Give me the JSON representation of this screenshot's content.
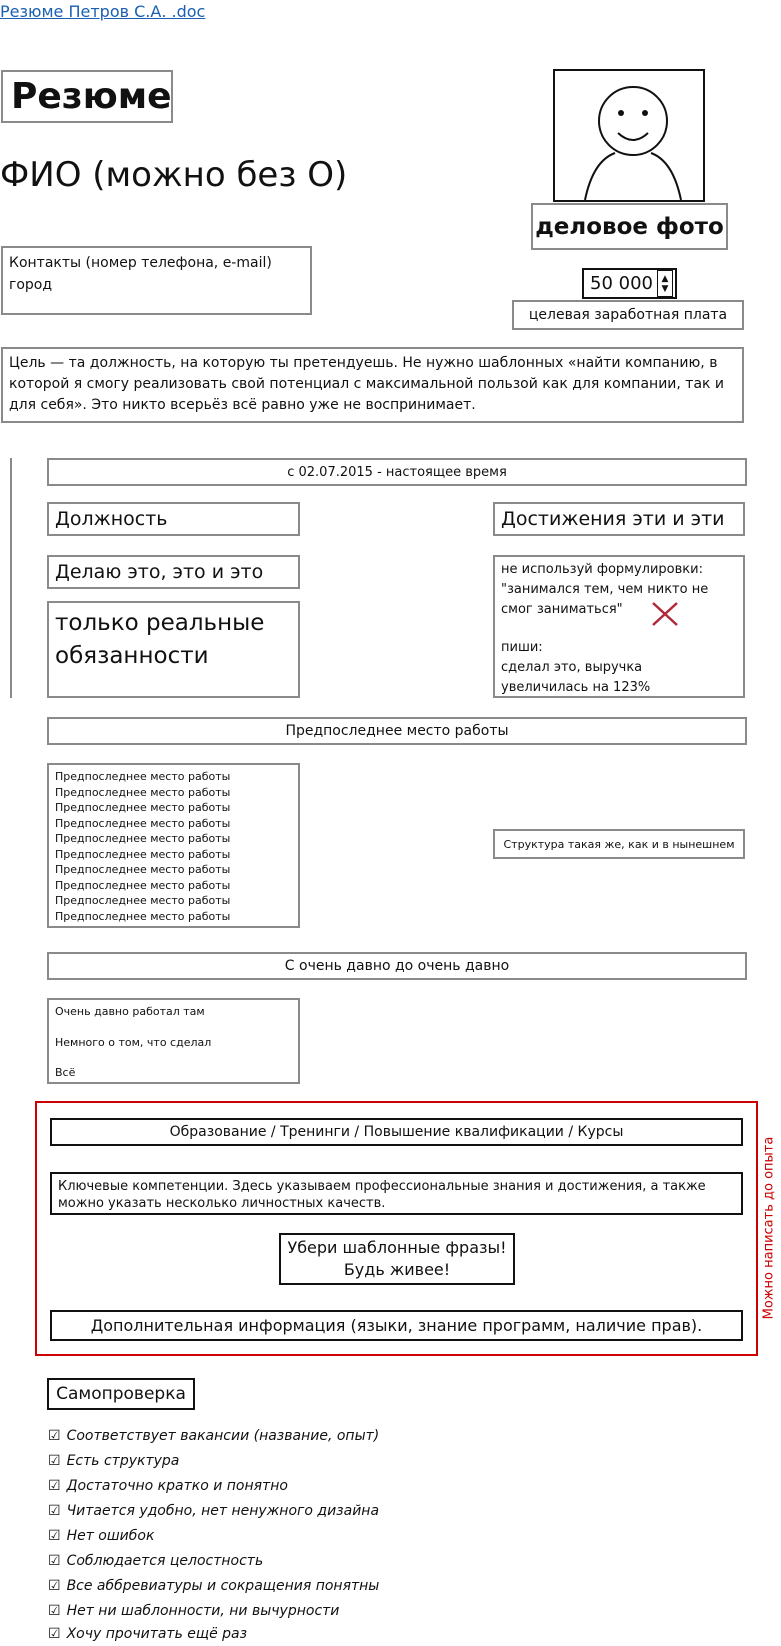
{
  "doc_link": "Резюме Петров С.А.  .doc",
  "header": {
    "title": "Резюме",
    "fio": "ФИО (можно без О)",
    "photo_label": "деловое фото",
    "contacts_line1": "Контакты (номер телефона, e-mail)",
    "contacts_line2": "город",
    "salary_value": "50 000",
    "salary_label": "целевая заработная плата"
  },
  "goal_text": "Цель — та должность, на которую ты претендуешь. Не нужно шаблонных «найти компанию, в которой я смогу реализовать свой потенциал с максимальной пользой как для компании, так и для себя». Это никто всерьёз всё равно уже не воспринимает.",
  "job_current": {
    "period": "с 02.07.2015 - настоящее время",
    "position": "Должность",
    "doing": "Делаю это, это и это",
    "duties": "только реальные обязанности",
    "achievements_title": "Достижения эти и эти",
    "note_line1": "не используй формулировки:",
    "note_line2": "\"занимался тем, чем никто не",
    "note_line3": "смог заниматься\"",
    "note_line4": "пиши:",
    "note_line5": "сделал это, выручка",
    "note_line6": "увеличилась на 123%"
  },
  "job_previous": {
    "title": "Предпоследнее место работы",
    "list": [
      "Предпоследнее место работы",
      "Предпоследнее место работы",
      "Предпоследнее место работы",
      "Предпоследнее место работы",
      "Предпоследнее место работы",
      "Предпоследнее место работы",
      "Предпоследнее место работы",
      "Предпоследнее место работы",
      "Предпоследнее место работы",
      "Предпоследнее место работы"
    ],
    "structure_note": "Структура такая же, как и в нынешнем"
  },
  "job_old": {
    "title": "С очень давно до очень давно",
    "line1": "Очень давно работал там",
    "line2": "Немного о том, что сделал",
    "line3": "Всё"
  },
  "optional": {
    "education": "Образование / Тренинги / Повышение квалификации / Курсы",
    "competencies": "Ключевые компетенции. Здесь указываем профессиональные знания и достижения, а также можно указать несколько личностных качеств.",
    "tip_line1": "Убери шаблонные фразы!",
    "tip_line2": "Будь живее!",
    "additional": "Дополнительная информация (языки, знание программ, наличие прав).",
    "side_note": "Можно написать до опыта",
    "accent_color": "#cc0000"
  },
  "selfcheck": {
    "title": "Самопроверка",
    "items": [
      "Соответствует вакансии (название, опыт)",
      "Есть структура",
      "Достаточно кратко и понятно",
      "Читается удобно, нет ненужного дизайна",
      "Нет ошибок",
      "Соблюдается целостность",
      "Все аббревиатуры и сокращения понятны",
      "Нет ни шаблонности, ни вычурности",
      "Хочу прочитать ещё раз"
    ]
  }
}
